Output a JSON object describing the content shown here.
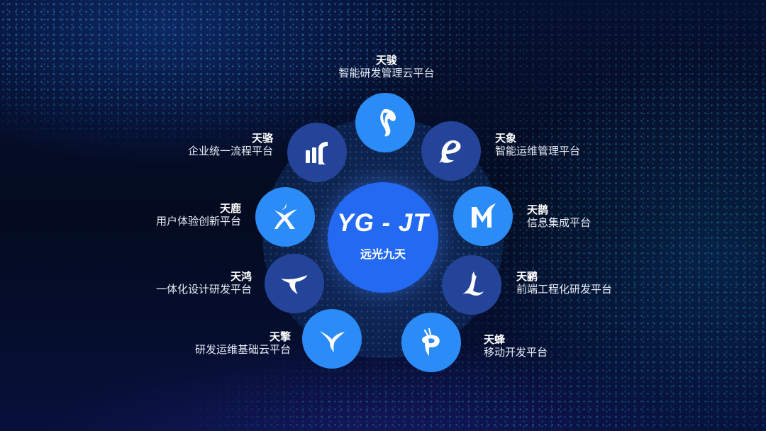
{
  "center": {
    "code": "YG - JT",
    "name": "远光九天",
    "color": "#2369f2"
  },
  "colors": {
    "node_light": "#2b8cf7",
    "node_dark": "#24449a",
    "background": "#050d24"
  },
  "platforms": [
    {
      "title": "天骏",
      "subtitle": "智能研发管理云平台",
      "icon": "horse-head-icon",
      "style": "light"
    },
    {
      "title": "天象",
      "subtitle": "智能运维管理平台",
      "icon": "elephant-e-icon",
      "style": "dark"
    },
    {
      "title": "天鹊",
      "subtitle": "信息集成平台",
      "icon": "magpie-m-icon",
      "style": "light"
    },
    {
      "title": "天鹂",
      "subtitle": "前端工程化研发平台",
      "icon": "oriole-l-icon",
      "style": "dark"
    },
    {
      "title": "天蜂",
      "subtitle": "移动开发平台",
      "icon": "bee-p-icon",
      "style": "light"
    },
    {
      "title": "天擎",
      "subtitle": "研发运维基础云平台",
      "icon": "pillar-y-icon",
      "style": "light"
    },
    {
      "title": "天鸿",
      "subtitle": "一体化设计研发平台",
      "icon": "swan-t-icon",
      "style": "dark"
    },
    {
      "title": "天鹿",
      "subtitle": "用户体验创新平台",
      "icon": "deer-x-icon",
      "style": "light"
    },
    {
      "title": "天骆",
      "subtitle": "企业统一流程平台",
      "icon": "camel-w-icon",
      "style": "dark"
    }
  ]
}
